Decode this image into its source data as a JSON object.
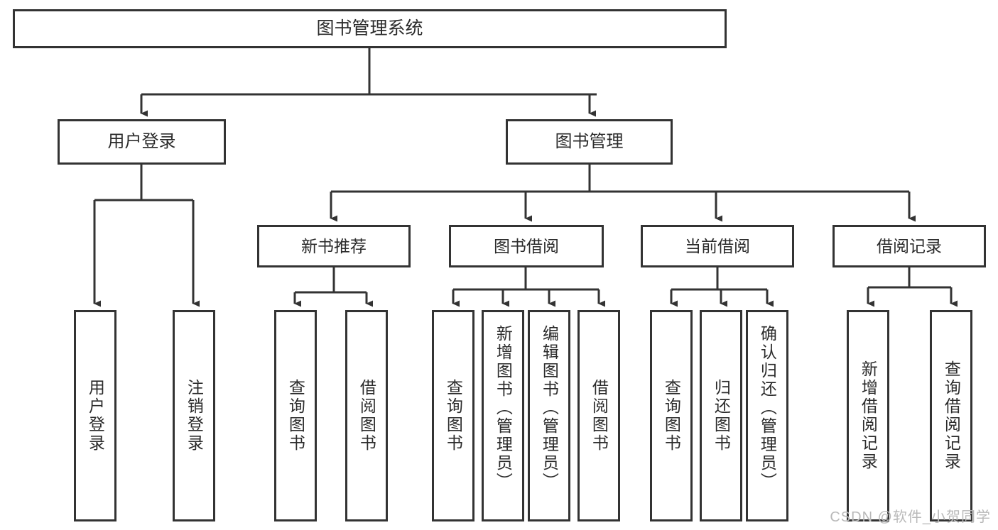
{
  "diagram": {
    "title": "图书管理系统",
    "type": "tree-hierarchy-chart",
    "root": {
      "label": "图书管理系统"
    },
    "level2": [
      {
        "id": "user-login",
        "label": "用户登录"
      },
      {
        "id": "book-management",
        "label": "图书管理"
      }
    ],
    "level3": [
      {
        "id": "new-book-recommend",
        "label": "新书推荐"
      },
      {
        "id": "book-borrow",
        "label": "图书借阅"
      },
      {
        "id": "current-borrow",
        "label": "当前借阅"
      },
      {
        "id": "borrow-record",
        "label": "借阅记录"
      }
    ],
    "leaves": [
      {
        "id": "leaf-user-login",
        "label": "用户登录",
        "parent": "user-login"
      },
      {
        "id": "leaf-logout-login",
        "label": "注销登录",
        "parent": "user-login"
      },
      {
        "id": "leaf-query-book-1",
        "label": "查询图书",
        "parent": "new-book-recommend"
      },
      {
        "id": "leaf-borrow-book-1",
        "label": "借阅图书",
        "parent": "new-book-recommend"
      },
      {
        "id": "leaf-query-book-2",
        "label": "查询图书",
        "parent": "book-borrow"
      },
      {
        "id": "leaf-add-book",
        "label": "新增图书（管理员）",
        "parent": "book-borrow"
      },
      {
        "id": "leaf-edit-book",
        "label": "编辑图书（管理员）",
        "parent": "book-borrow"
      },
      {
        "id": "leaf-borrow-book-2",
        "label": "借阅图书",
        "parent": "book-borrow"
      },
      {
        "id": "leaf-query-book-3",
        "label": "查询图书",
        "parent": "current-borrow"
      },
      {
        "id": "leaf-return-book",
        "label": "归还图书",
        "parent": "current-borrow"
      },
      {
        "id": "leaf-confirm-return",
        "label": "确认归还（管理员）",
        "parent": "current-borrow"
      },
      {
        "id": "leaf-add-record",
        "label": "新增借阅记录",
        "parent": "borrow-record"
      },
      {
        "id": "leaf-query-record",
        "label": "查询借阅记录",
        "parent": "borrow-record"
      }
    ]
  },
  "watermark": {
    "text": "CSDN @软件_小贺同学"
  },
  "colors": {
    "stroke": "#333333",
    "background": "#ffffff",
    "text": "#2b2b2b",
    "watermark": "#b9b9b9"
  }
}
